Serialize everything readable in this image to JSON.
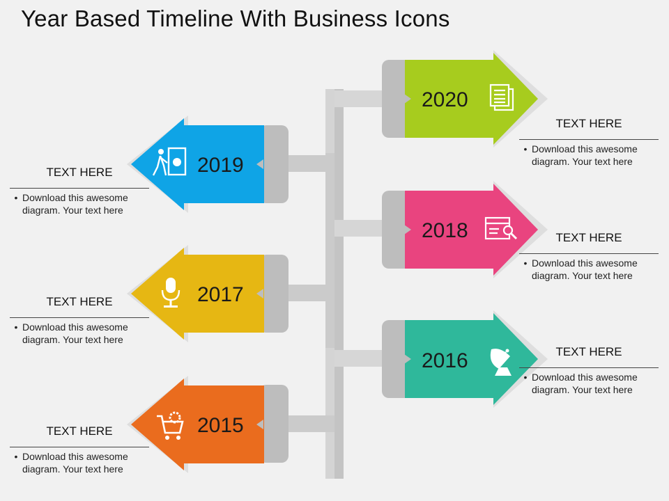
{
  "title": "Year Based Timeline With Business Icons",
  "items": [
    {
      "year": "2015",
      "color": "#ea6c1e",
      "side": "left",
      "icon": "shopping-cart-icon",
      "heading": "TEXT HERE",
      "bullet": "Download this awesome diagram. Your text here"
    },
    {
      "year": "2016",
      "color": "#2fb89b",
      "side": "right",
      "icon": "satellite-dish-icon",
      "heading": "TEXT HERE",
      "bullet": "Download this awesome diagram. Your text here"
    },
    {
      "year": "2017",
      "color": "#e6b713",
      "side": "left",
      "icon": "microphone-icon",
      "heading": "TEXT HERE",
      "bullet": "Download this awesome diagram. Your text here"
    },
    {
      "year": "2018",
      "color": "#e9447f",
      "side": "right",
      "icon": "browser-search-icon",
      "heading": "TEXT HERE",
      "bullet": "Download this awesome diagram. Your text here"
    },
    {
      "year": "2019",
      "color": "#0fa4e6",
      "side": "left",
      "icon": "presentation-board-icon",
      "heading": "TEXT HERE",
      "bullet": "Download this awesome diagram. Your text here"
    },
    {
      "year": "2020",
      "color": "#a7cc1e",
      "side": "right",
      "icon": "documents-icon",
      "heading": "TEXT HERE",
      "bullet": "Download this awesome diagram. Your text here"
    }
  ]
}
